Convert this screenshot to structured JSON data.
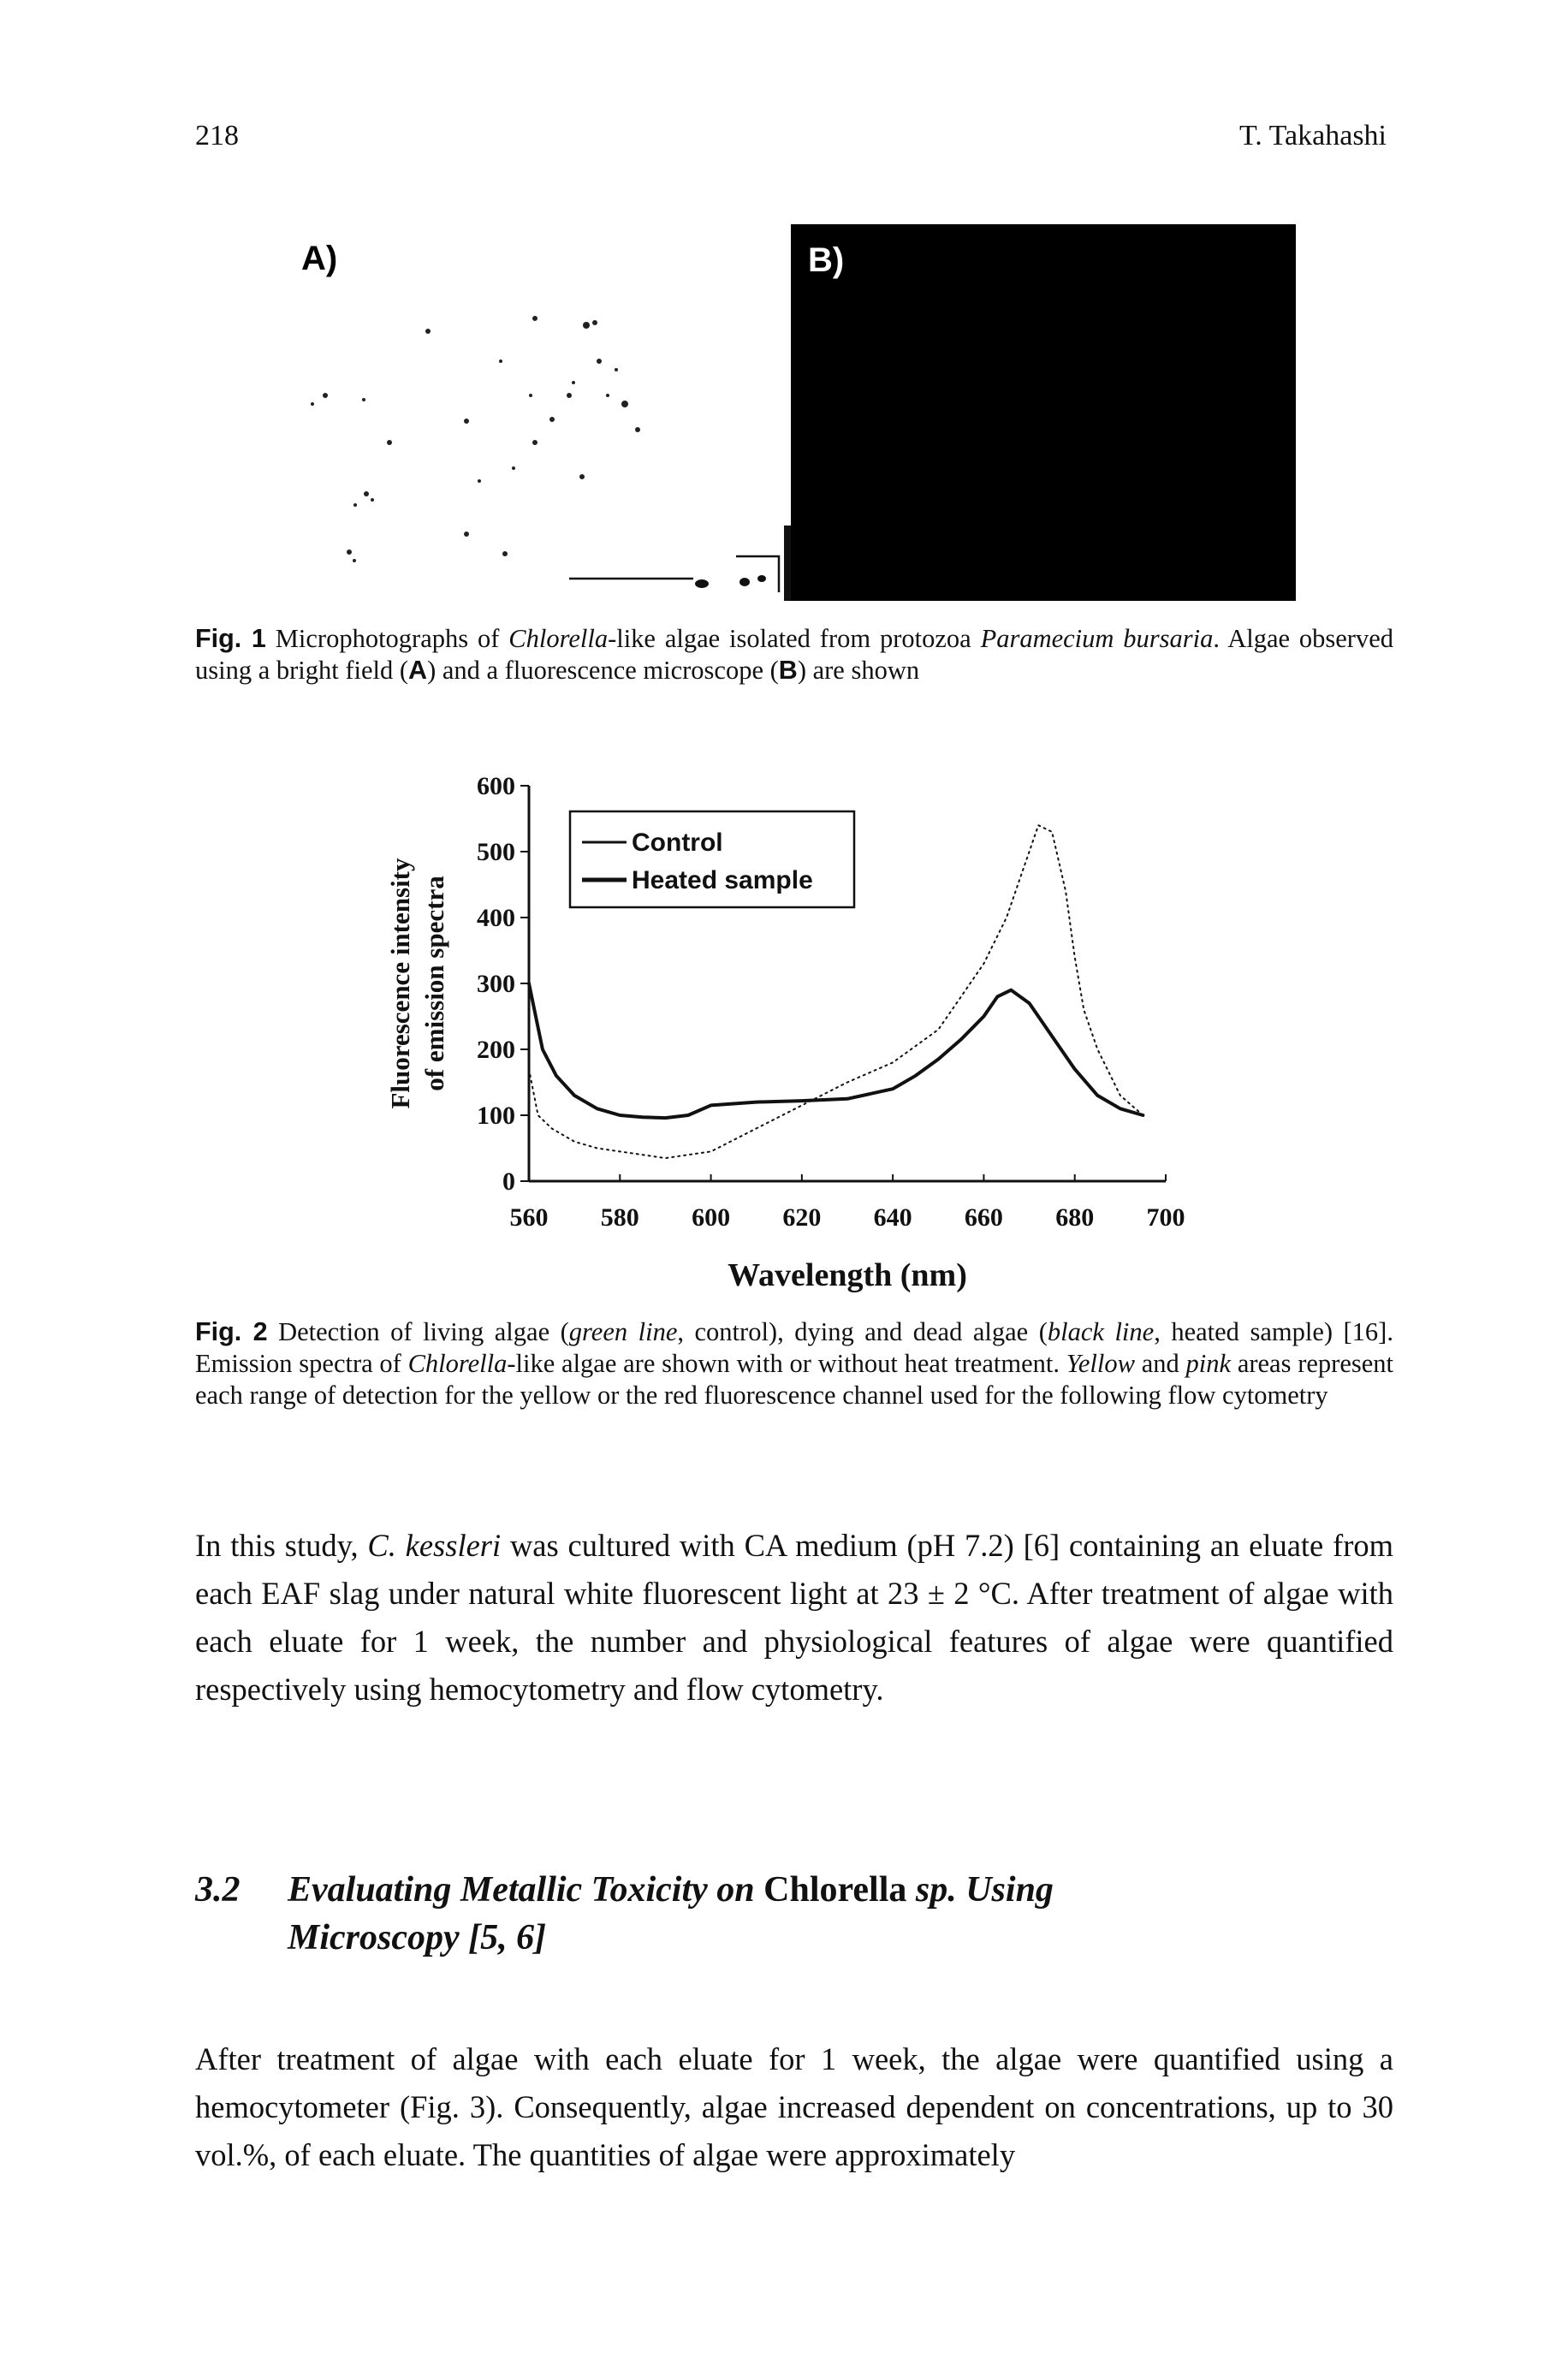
{
  "header": {
    "page_number": "218",
    "author": "T. Takahashi"
  },
  "figure1": {
    "panel_a_label": "A)",
    "panel_b_label": "B)",
    "caption": {
      "label": "Fig. 1",
      "t1": " Microphotographs of ",
      "species": "Chlorella",
      "t2": "-like algae isolated from protozoa ",
      "host": "Paramecium bursaria",
      "t3": ". Algae observed using a bright field (",
      "a": "A",
      "t4": ") and a fluorescence microscope (",
      "b": "B",
      "t5": ") are shown"
    }
  },
  "chart_data": {
    "type": "line",
    "xlabel": "Wavelength (nm)",
    "ylabel": [
      "Fluorescence intensity",
      "of emission spectra"
    ],
    "xlim": [
      560,
      700
    ],
    "ylim": [
      0,
      600
    ],
    "x_ticks": [
      "560",
      "580",
      "600",
      "620",
      "640",
      "660",
      "680",
      "700"
    ],
    "y_ticks": [
      "0",
      "100",
      "200",
      "300",
      "400",
      "500",
      "600"
    ],
    "legend_position": "top-left",
    "series": [
      {
        "name": "Control",
        "color": "#111111",
        "style": "dotted-thin",
        "x": [
          560,
          562,
          565,
          570,
          575,
          580,
          585,
          590,
          595,
          600,
          610,
          620,
          630,
          640,
          650,
          655,
          660,
          665,
          668,
          670,
          672,
          675,
          678,
          680,
          682,
          685,
          690,
          695
        ],
        "y": [
          170,
          100,
          80,
          60,
          50,
          45,
          40,
          35,
          40,
          45,
          80,
          115,
          150,
          180,
          230,
          280,
          330,
          400,
          460,
          500,
          540,
          530,
          440,
          340,
          260,
          200,
          130,
          100
        ]
      },
      {
        "name": "Heated sample",
        "color": "#111111",
        "style": "solid-thick",
        "x": [
          560,
          563,
          566,
          570,
          575,
          580,
          585,
          590,
          595,
          600,
          610,
          620,
          630,
          640,
          645,
          650,
          655,
          660,
          663,
          666,
          670,
          675,
          680,
          685,
          690,
          695
        ],
        "y": [
          300,
          200,
          160,
          130,
          110,
          100,
          97,
          96,
          100,
          115,
          120,
          122,
          125,
          140,
          160,
          185,
          215,
          250,
          280,
          290,
          270,
          220,
          170,
          130,
          110,
          100
        ]
      }
    ]
  },
  "figure2": {
    "caption": {
      "label": "Fig. 2",
      "t1": " Detection of living algae (",
      "green": "green line",
      "t2": ", control), dying and dead algae (",
      "black": "black line",
      "t3": ", heated sample) [16]. Emission spectra of ",
      "species": "Chlorella",
      "t4": "-like algae are shown with or without heat treatment. ",
      "yellow": "Yellow",
      "t5": " and ",
      "pink": "pink",
      "t6": " areas represent each range of detection for the yellow or the red fluorescence channel used for the following flow cytometry"
    }
  },
  "paragraph1": {
    "t1": "In this study, ",
    "species": "C. kessleri",
    "t2": " was cultured with CA medium (pH 7.2) [6] containing an eluate from each EAF slag under natural white fluorescent light at 23 ± 2 °C. After treatment of algae with each eluate for 1 week, the number and physiological features of algae were quantified respectively using hemocytometry and flow cytometry."
  },
  "section": {
    "number": "3.2",
    "t1": "Evaluating Metallic Toxicity on ",
    "genus": "Chlorella",
    "t2": " sp. Using",
    "line2": "Microscopy [5, 6]"
  },
  "paragraph2": {
    "text": "After treatment of algae with each eluate for 1 week, the algae were quantified using a hemocytometer (Fig. 3). Consequently, algae increased dependent on concentrations, up to 30 vol.%, of each eluate. The quantities of algae were approximately"
  }
}
